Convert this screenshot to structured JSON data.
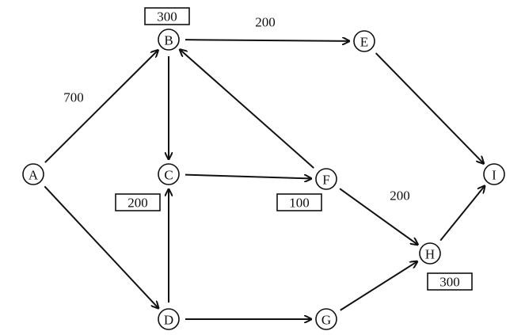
{
  "nodes": [
    {
      "id": "A",
      "label": "A"
    },
    {
      "id": "B",
      "label": "B"
    },
    {
      "id": "C",
      "label": "C"
    },
    {
      "id": "D",
      "label": "D"
    },
    {
      "id": "E",
      "label": "E"
    },
    {
      "id": "F",
      "label": "F"
    },
    {
      "id": "G",
      "label": "G"
    },
    {
      "id": "H",
      "label": "H"
    },
    {
      "id": "I",
      "label": "I"
    }
  ],
  "edges": [
    {
      "from": "A",
      "to": "B",
      "label": "700"
    },
    {
      "from": "A",
      "to": "D",
      "label": ""
    },
    {
      "from": "B",
      "to": "E",
      "label": "200"
    },
    {
      "from": "B",
      "to": "C",
      "label": ""
    },
    {
      "from": "C",
      "to": "F",
      "label": ""
    },
    {
      "from": "F",
      "to": "B",
      "label": ""
    },
    {
      "from": "D",
      "to": "C",
      "label": ""
    },
    {
      "from": "D",
      "to": "G",
      "label": ""
    },
    {
      "from": "G",
      "to": "H",
      "label": ""
    },
    {
      "from": "F",
      "to": "H",
      "label": "200"
    },
    {
      "from": "E",
      "to": "I",
      "label": ""
    },
    {
      "from": "H",
      "to": "I",
      "label": ""
    }
  ],
  "boxes": [
    {
      "node": "B",
      "value": "300"
    },
    {
      "node": "C",
      "value": "200"
    },
    {
      "node": "F",
      "value": "100"
    },
    {
      "node": "H",
      "value": "300"
    }
  ]
}
